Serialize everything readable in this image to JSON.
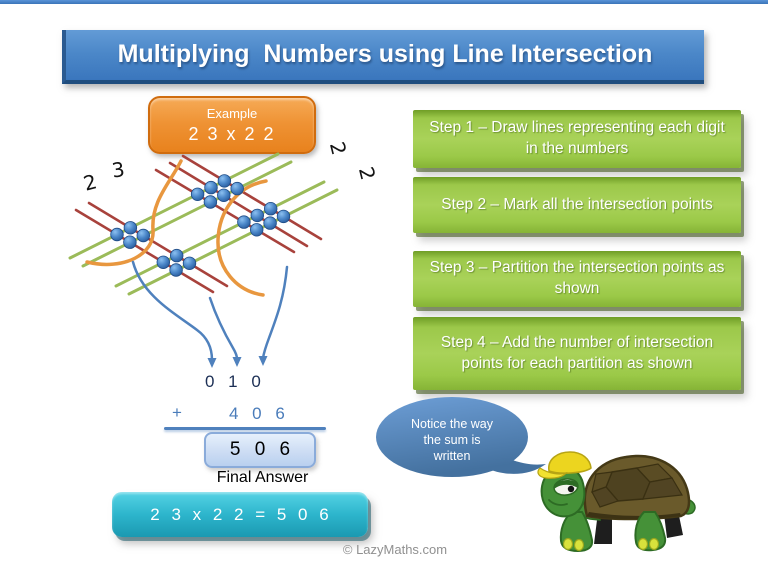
{
  "slide": {
    "title": "Multiplying  Numbers using Line Intersection",
    "copyright": "© LazyMaths.com"
  },
  "example_box": {
    "label": "Example",
    "expression": "2 3 x 2 2"
  },
  "steps": [
    {
      "label": "Step 1 – Draw lines representing each digit in the numbers"
    },
    {
      "label": "Step 2 – Mark all the intersection points"
    },
    {
      "label": "Step 3 – Partition the intersection points as shown"
    },
    {
      "label": "Step 4 – Add the number of intersection points for each partition as shown"
    }
  ],
  "diagram": {
    "first_number_digit_labels": [
      "2",
      "3"
    ],
    "second_number_digit_labels": [
      "2",
      "2"
    ],
    "partition_counts": {
      "hundreds": 4,
      "tens": 10,
      "ones": 6
    },
    "colors": {
      "first_number_lines": "#a8423c",
      "second_number_lines": "#9bbb59",
      "partition_curves": "#e8973f",
      "intersection_dots": "#3f78bd",
      "arrows": "#4f81bd"
    }
  },
  "sum": {
    "carry_row": "0 1 0",
    "plus_sign": "+",
    "addend_row": "4 0 6",
    "result_row": "5 0 6",
    "final_answer_label": "Final Answer"
  },
  "final_box": {
    "text": "2 3 x 2 2 = 5 0 6"
  },
  "speech_bubble": {
    "lines": [
      "Notice the way",
      "the sum is",
      "written"
    ]
  }
}
